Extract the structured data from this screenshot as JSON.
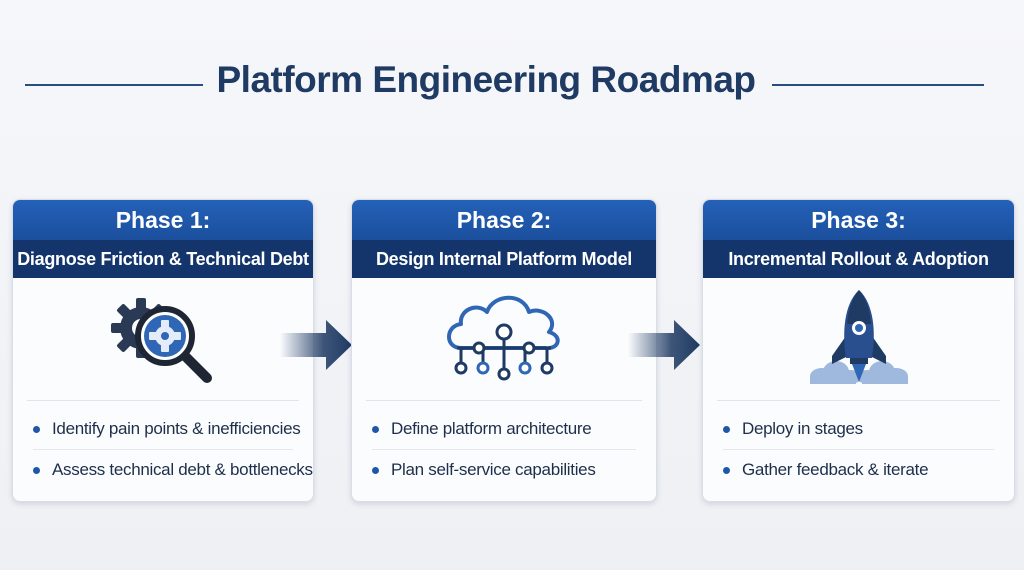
{
  "title": "Platform Engineering Roadmap",
  "colors": {
    "header_blue": "#1b4f9d",
    "subheader_navy": "#13356b",
    "title_navy": "#1f3a63",
    "arrow_navy": "#1f3a63"
  },
  "phases": [
    {
      "label": "Phase 1:",
      "subtitle": "Diagnose Friction & Technical Debt",
      "icon": "gear-magnifier-icon",
      "bullets": [
        "Identify pain points & inefficiencies",
        "Assess technical debt & bottlenecks"
      ]
    },
    {
      "label": "Phase 2:",
      "subtitle": "Design Internal Platform Model",
      "icon": "cloud-network-icon",
      "bullets": [
        "Define platform architecture",
        "Plan self-service capabilities"
      ]
    },
    {
      "label": "Phase 3:",
      "subtitle": "Incremental Rollout & Adoption",
      "icon": "rocket-icon",
      "bullets": [
        "Deploy in stages",
        "Gather feedback & iterate"
      ]
    }
  ],
  "connectors": [
    "arrow-right-icon",
    "arrow-right-icon"
  ]
}
